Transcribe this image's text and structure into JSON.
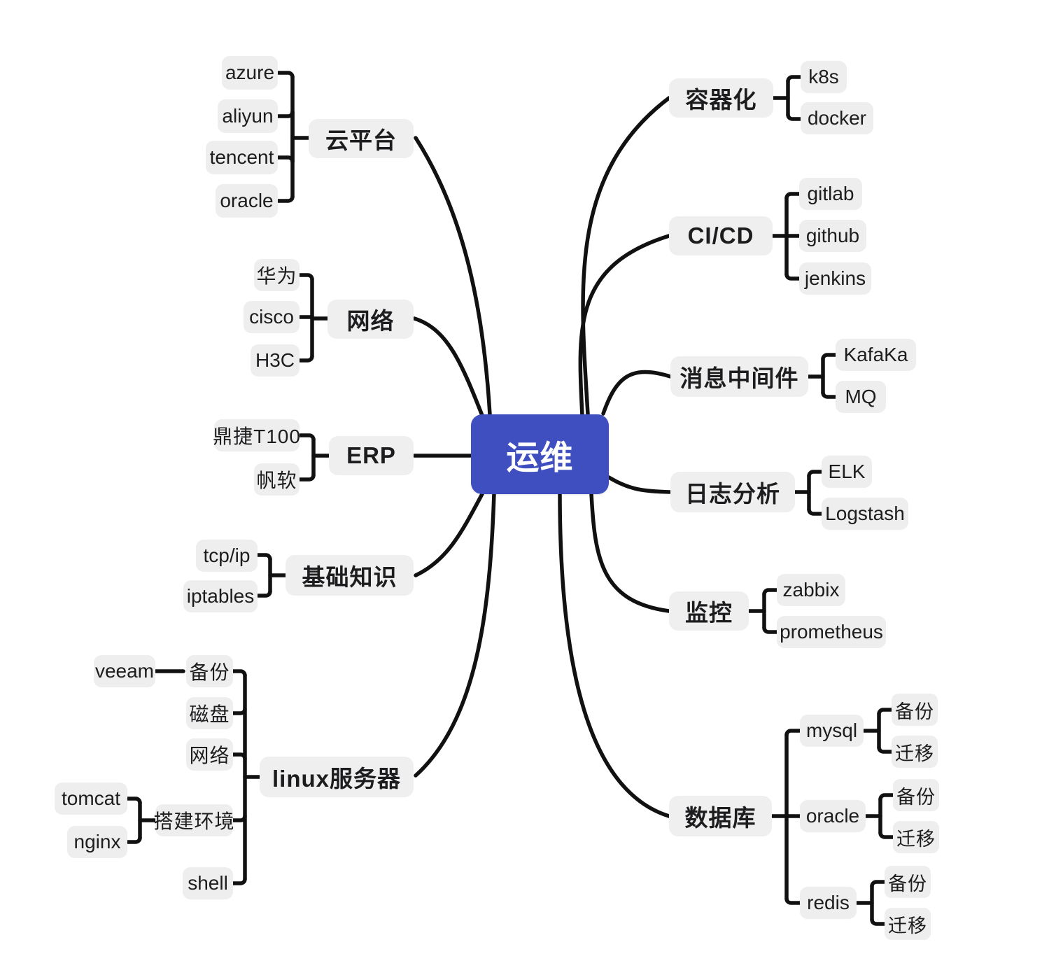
{
  "diagram": {
    "type": "mindmap",
    "title": "运维",
    "background_color": "#ffffff",
    "root_color": "#3f4fbf",
    "root_text_color": "#ffffff",
    "node_color": "#efefef",
    "node_text_color": "#1d1d1f",
    "connector_color": "#111111"
  },
  "root": {
    "label": "运维"
  },
  "branches": [
    {
      "id": "cloud",
      "label": "云平台",
      "side": "left",
      "children": [
        {
          "label": "azure"
        },
        {
          "label": "aliyun"
        },
        {
          "label": "tencent"
        },
        {
          "label": "oracle"
        }
      ]
    },
    {
      "id": "network",
      "label": "网络",
      "side": "left",
      "children": [
        {
          "label": "华为"
        },
        {
          "label": "cisco"
        },
        {
          "label": "H3C"
        }
      ]
    },
    {
      "id": "erp",
      "label": "ERP",
      "side": "left",
      "children": [
        {
          "label": "鼎捷T100"
        },
        {
          "label": "帆软"
        }
      ]
    },
    {
      "id": "basics",
      "label": "基础知识",
      "side": "left",
      "children": [
        {
          "label": "tcp/ip"
        },
        {
          "label": "iptables"
        }
      ]
    },
    {
      "id": "linux",
      "label": "linux服务器",
      "side": "left",
      "children": [
        {
          "label": "备份",
          "children": [
            {
              "label": "veeam"
            }
          ]
        },
        {
          "label": "磁盘"
        },
        {
          "label": "网络"
        },
        {
          "label": "搭建环境",
          "children": [
            {
              "label": "tomcat"
            },
            {
              "label": "nginx"
            }
          ]
        },
        {
          "label": "shell"
        }
      ]
    },
    {
      "id": "container",
      "label": "容器化",
      "side": "right",
      "children": [
        {
          "label": "k8s"
        },
        {
          "label": "docker"
        }
      ]
    },
    {
      "id": "cicd",
      "label": "CI/CD",
      "side": "right",
      "children": [
        {
          "label": "gitlab"
        },
        {
          "label": "github"
        },
        {
          "label": "jenkins"
        }
      ]
    },
    {
      "id": "mq",
      "label": "消息中间件",
      "side": "right",
      "children": [
        {
          "label": "KafaKa"
        },
        {
          "label": "MQ"
        }
      ]
    },
    {
      "id": "log",
      "label": "日志分析",
      "side": "right",
      "children": [
        {
          "label": "ELK"
        },
        {
          "label": "Logstash"
        }
      ]
    },
    {
      "id": "monitor",
      "label": "监控",
      "side": "right",
      "children": [
        {
          "label": "zabbix"
        },
        {
          "label": "prometheus"
        }
      ]
    },
    {
      "id": "database",
      "label": "数据库",
      "side": "right",
      "children": [
        {
          "label": "mysql",
          "children": [
            {
              "label": "备份"
            },
            {
              "label": "迁移"
            }
          ]
        },
        {
          "label": "oracle",
          "children": [
            {
              "label": "备份"
            },
            {
              "label": "迁移"
            }
          ]
        },
        {
          "label": "redis",
          "children": [
            {
              "label": "备份"
            },
            {
              "label": "迁移"
            }
          ]
        }
      ]
    }
  ]
}
